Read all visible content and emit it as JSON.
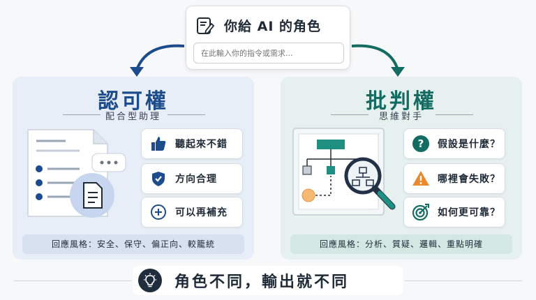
{
  "prompt": {
    "title": "你給 AI 的角色",
    "placeholder": "在此輸入你的指令或需求..."
  },
  "left": {
    "title": "認可權",
    "subtitle": "配合型助理",
    "items": [
      {
        "label": "聽起來不錯",
        "icon": "thumbs-up-icon"
      },
      {
        "label": "方向合理",
        "icon": "shield-check-icon"
      },
      {
        "label": "可以再補充",
        "icon": "plus-circle-icon"
      }
    ],
    "style": "回應風格：安全、保守、偏正向、較籠統",
    "accent": "#1d4c8c"
  },
  "right": {
    "title": "批判權",
    "subtitle": "思維對手",
    "items": [
      {
        "label": "假設是什麼？",
        "icon": "question-icon"
      },
      {
        "label": "哪裡會失敗？",
        "icon": "warning-icon"
      },
      {
        "label": "如何更可靠？",
        "icon": "target-icon"
      }
    ],
    "style": "回應風格：分析、質疑、邏輯、重點明確",
    "accent": "#136b62"
  },
  "banner": {
    "text": "角色不同，輸出就不同",
    "icon": "lightbulb-icon"
  }
}
